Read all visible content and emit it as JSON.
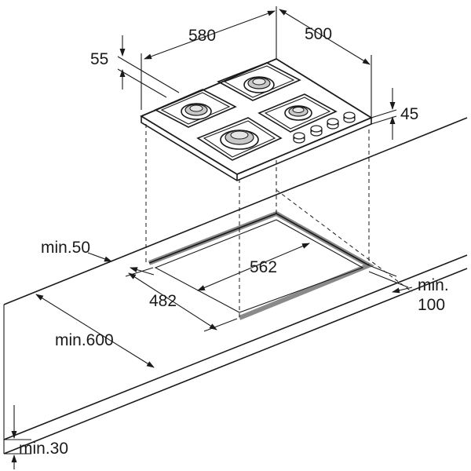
{
  "hob": {
    "width_label": "580",
    "depth_label": "500",
    "height_label": "45",
    "edge_offset_label": "55"
  },
  "cutout": {
    "width_label": "562",
    "depth_label": "482"
  },
  "clearances": {
    "front_label": "min.50",
    "rear_label_line1": "min.",
    "rear_label_line2": "100",
    "worktop_depth_label": "min.600",
    "worktop_thickness_label": "min.30"
  },
  "colors": {
    "line": "#1a1a1a",
    "cutout_edge": "#8a8a8a",
    "hob_surface": "#ffffff",
    "background": "#ffffff"
  }
}
